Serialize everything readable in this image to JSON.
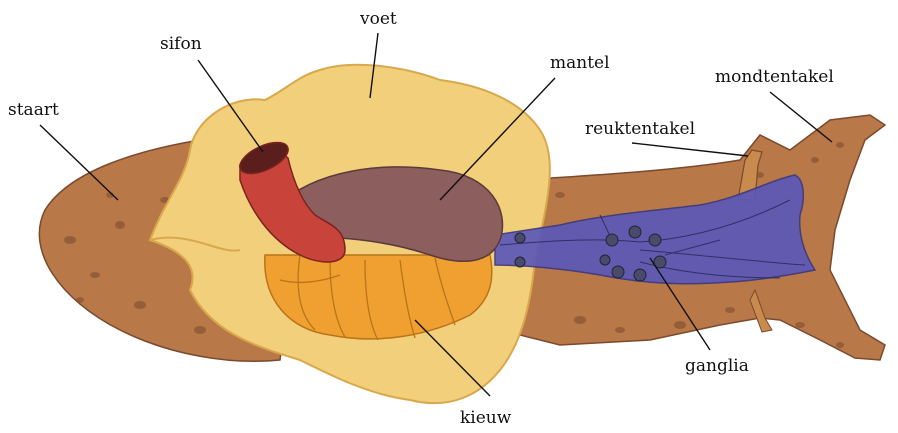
{
  "labels": {
    "voet": "voet",
    "sifon": "sifon",
    "mantel": "mantel",
    "mondtentakel": "mondtentakel",
    "staart": "staart",
    "reuktentakel": "reuktentakel",
    "ganglia": "ganglia",
    "kieuw": "kieuw"
  },
  "colors": {
    "body": "#b87848",
    "body_dark": "#7a4a2e",
    "foot": "#f2cf7a",
    "foot_edge": "#d9a84c",
    "siphon": "#c8443a",
    "mantle": "#8c5e5e",
    "gill": "#f0a030",
    "nerve": "#5b58b8",
    "ganglion": "#4a4a6a",
    "line": "#111111"
  }
}
